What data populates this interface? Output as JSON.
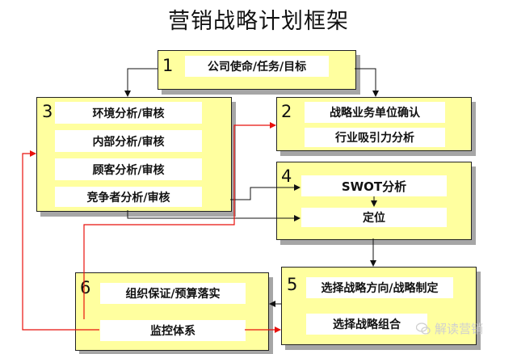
{
  "title": "营销战略计划框架",
  "panels": {
    "p1": {
      "number": "1",
      "items": [
        "公司使命/任务/目标"
      ]
    },
    "p2": {
      "number": "2",
      "items": [
        "战略业务单位确认",
        "行业吸引力分析"
      ]
    },
    "p3": {
      "number": "3",
      "items": [
        "环境分析/审核",
        "内部分析/审核",
        "顾客分析/审核",
        "竞争者分析/审核"
      ]
    },
    "p4": {
      "number": "4",
      "items": [
        "SWOT分析",
        "定位"
      ]
    },
    "p5": {
      "number": "5",
      "items": [
        "选择战略方向/战略制定",
        "选择战略组合"
      ]
    },
    "p6": {
      "number": "6",
      "items": [
        "组织保证/预算落实",
        "监控体系"
      ]
    }
  },
  "watermark": "解读营销",
  "colors": {
    "panel": "#ffff9f",
    "feedback_line": "#e8100c",
    "flow_line": "#111111"
  }
}
